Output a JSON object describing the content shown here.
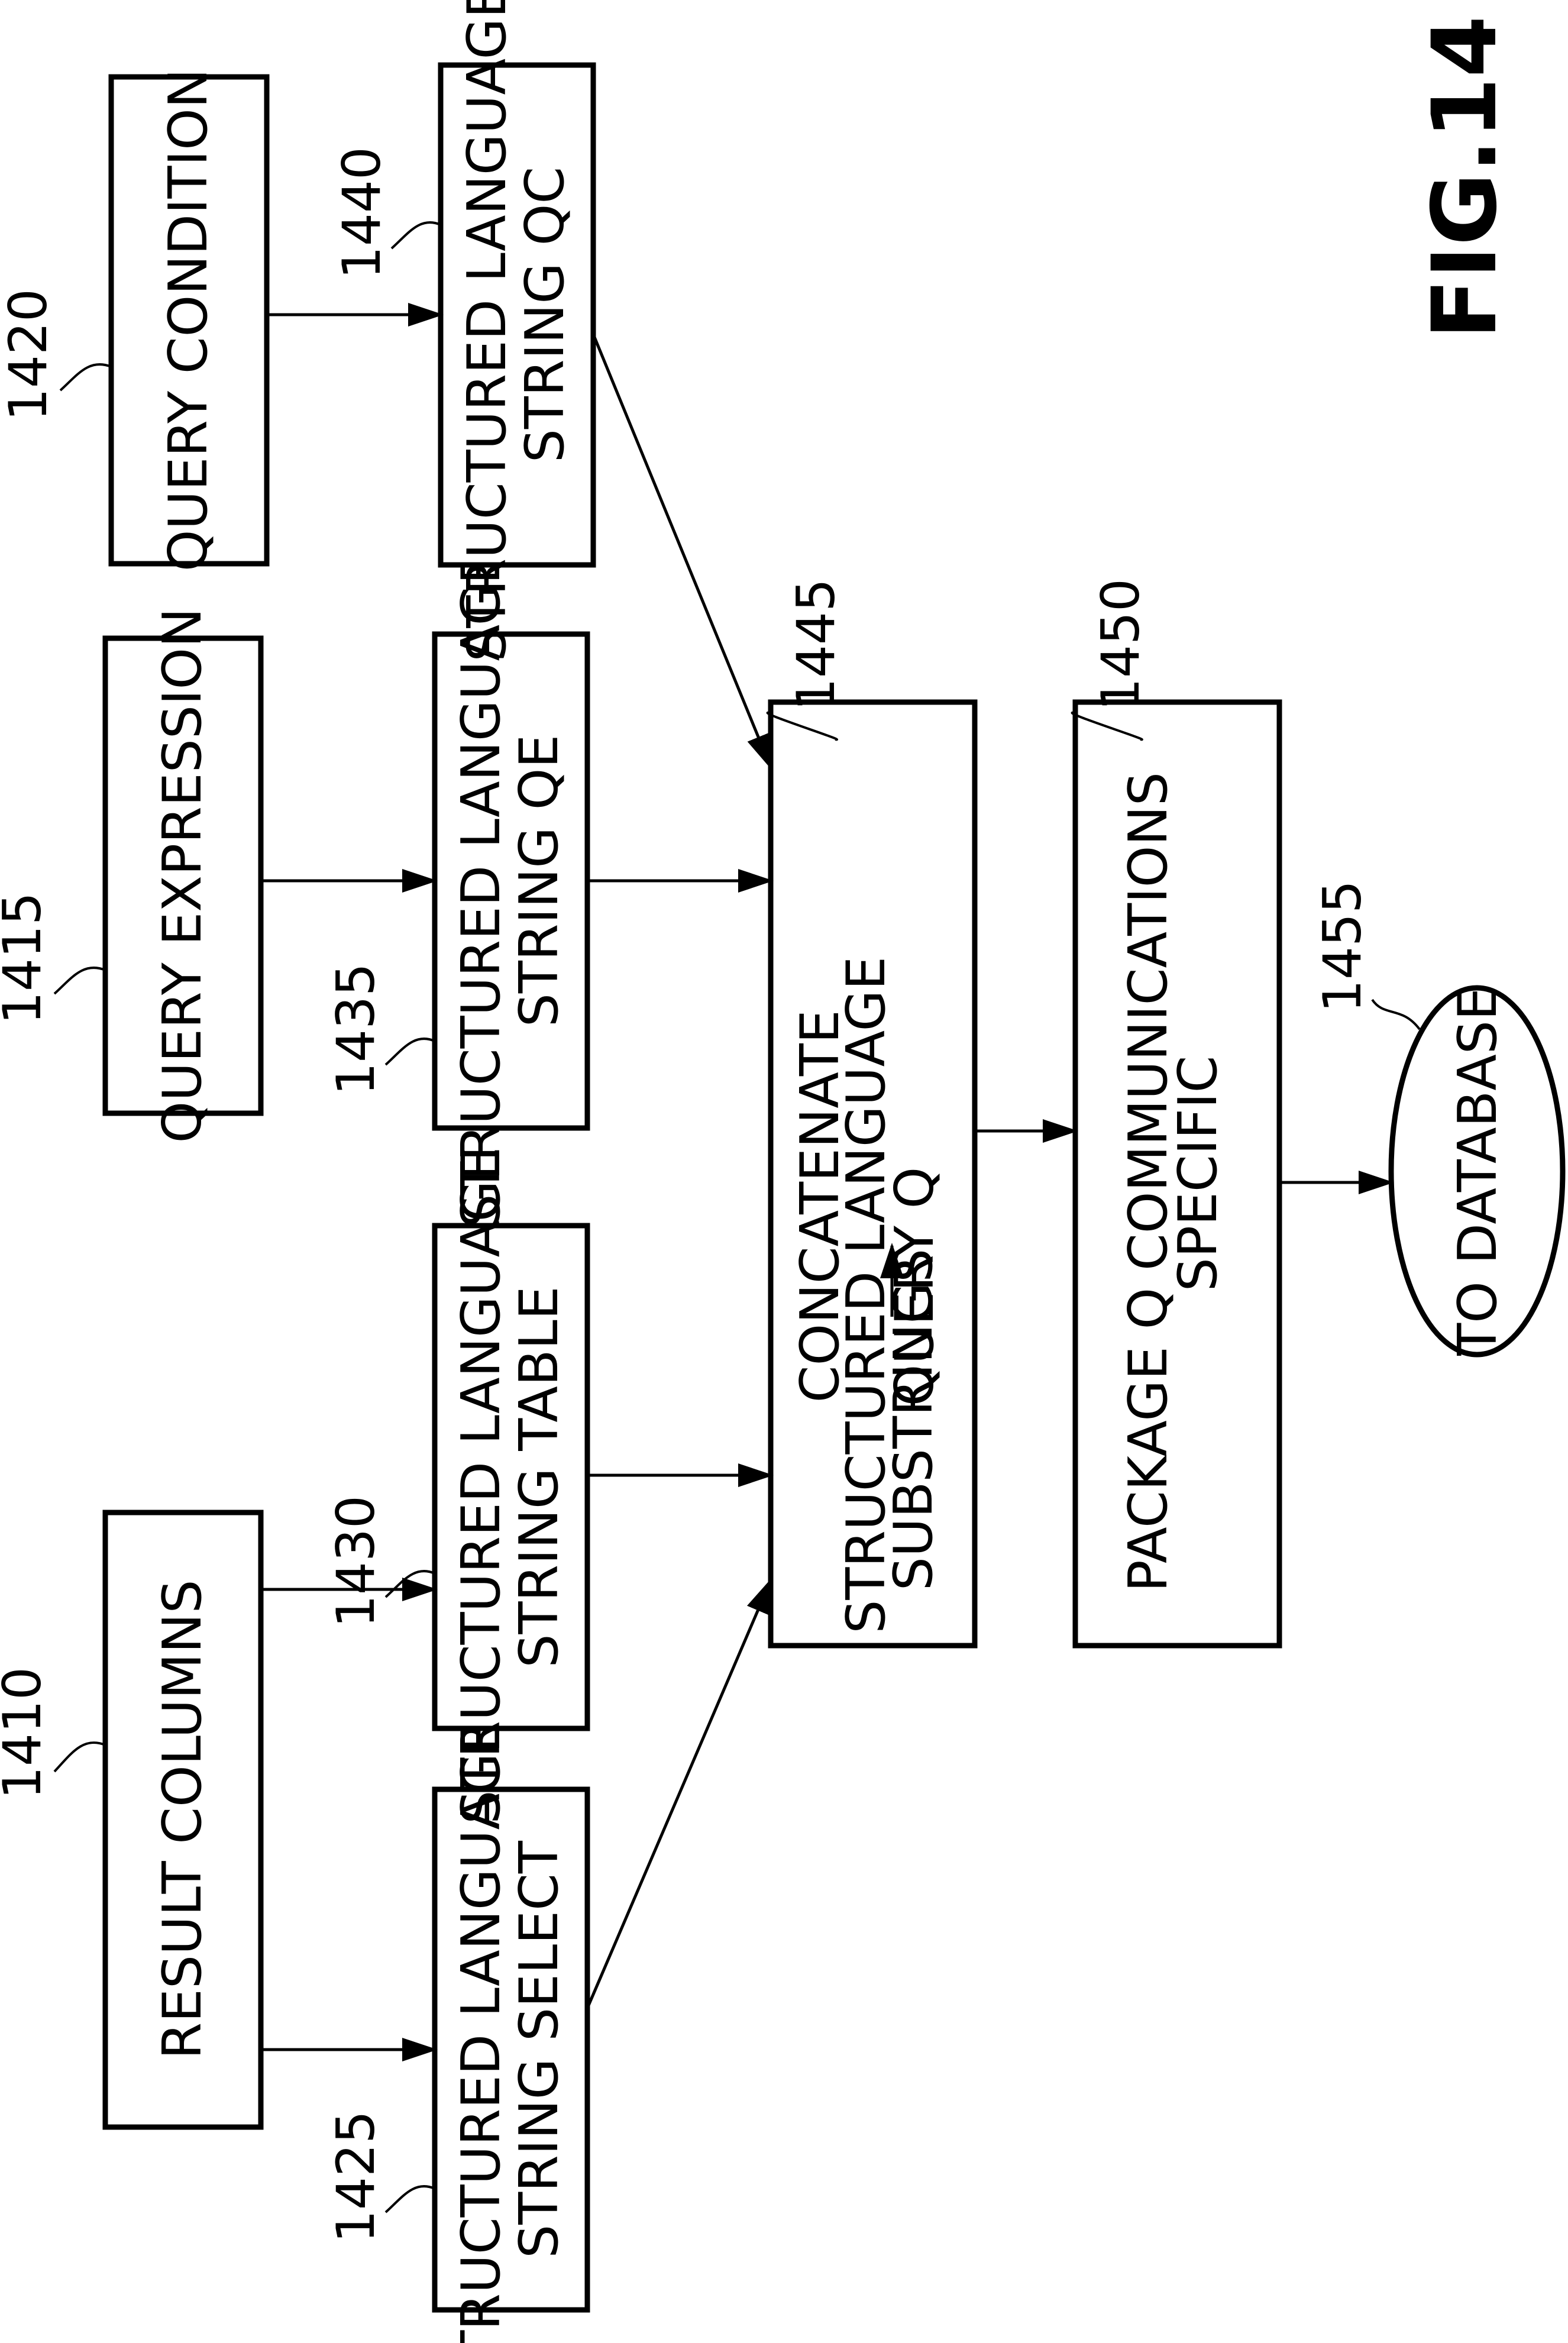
{
  "figure_label": "FIG.14",
  "nodes": {
    "n1410": {
      "ref": "1410",
      "lines": [
        "RESULT COLUMNS"
      ]
    },
    "n1415": {
      "ref": "1415",
      "lines": [
        "QUERY EXPRESSION"
      ]
    },
    "n1420": {
      "ref": "1420",
      "lines": [
        "QUERY CONDITION"
      ]
    },
    "n1425": {
      "ref": "1425",
      "lines": [
        "STRUCTURED LANGUAGE",
        "STRING SELECT"
      ]
    },
    "n1430": {
      "ref": "1430",
      "lines": [
        "STRUCTURED LANGUAGE",
        "STRING TABLE"
      ]
    },
    "n1435": {
      "ref": "1435",
      "lines": [
        "STRUCTURED LANGUAGE",
        "STRING QE"
      ]
    },
    "n1440": {
      "ref": "1440",
      "lines": [
        "STRUCTURED LANGUAGE",
        "STRING QC"
      ]
    },
    "n1445": {
      "ref": "1445",
      "lines": [
        "CONCATENATE",
        "SUBSTRINGS",
        "STRUCTURED LANGUAGE",
        "QUERY Q"
      ]
    },
    "n1450": {
      "ref": "1450",
      "lines": [
        "PACKAGE  Q  COMMUNICATIONS",
        "SPECIFIC"
      ]
    },
    "n1455": {
      "ref": "1455",
      "lines": [
        "TO DATABASE"
      ]
    }
  }
}
